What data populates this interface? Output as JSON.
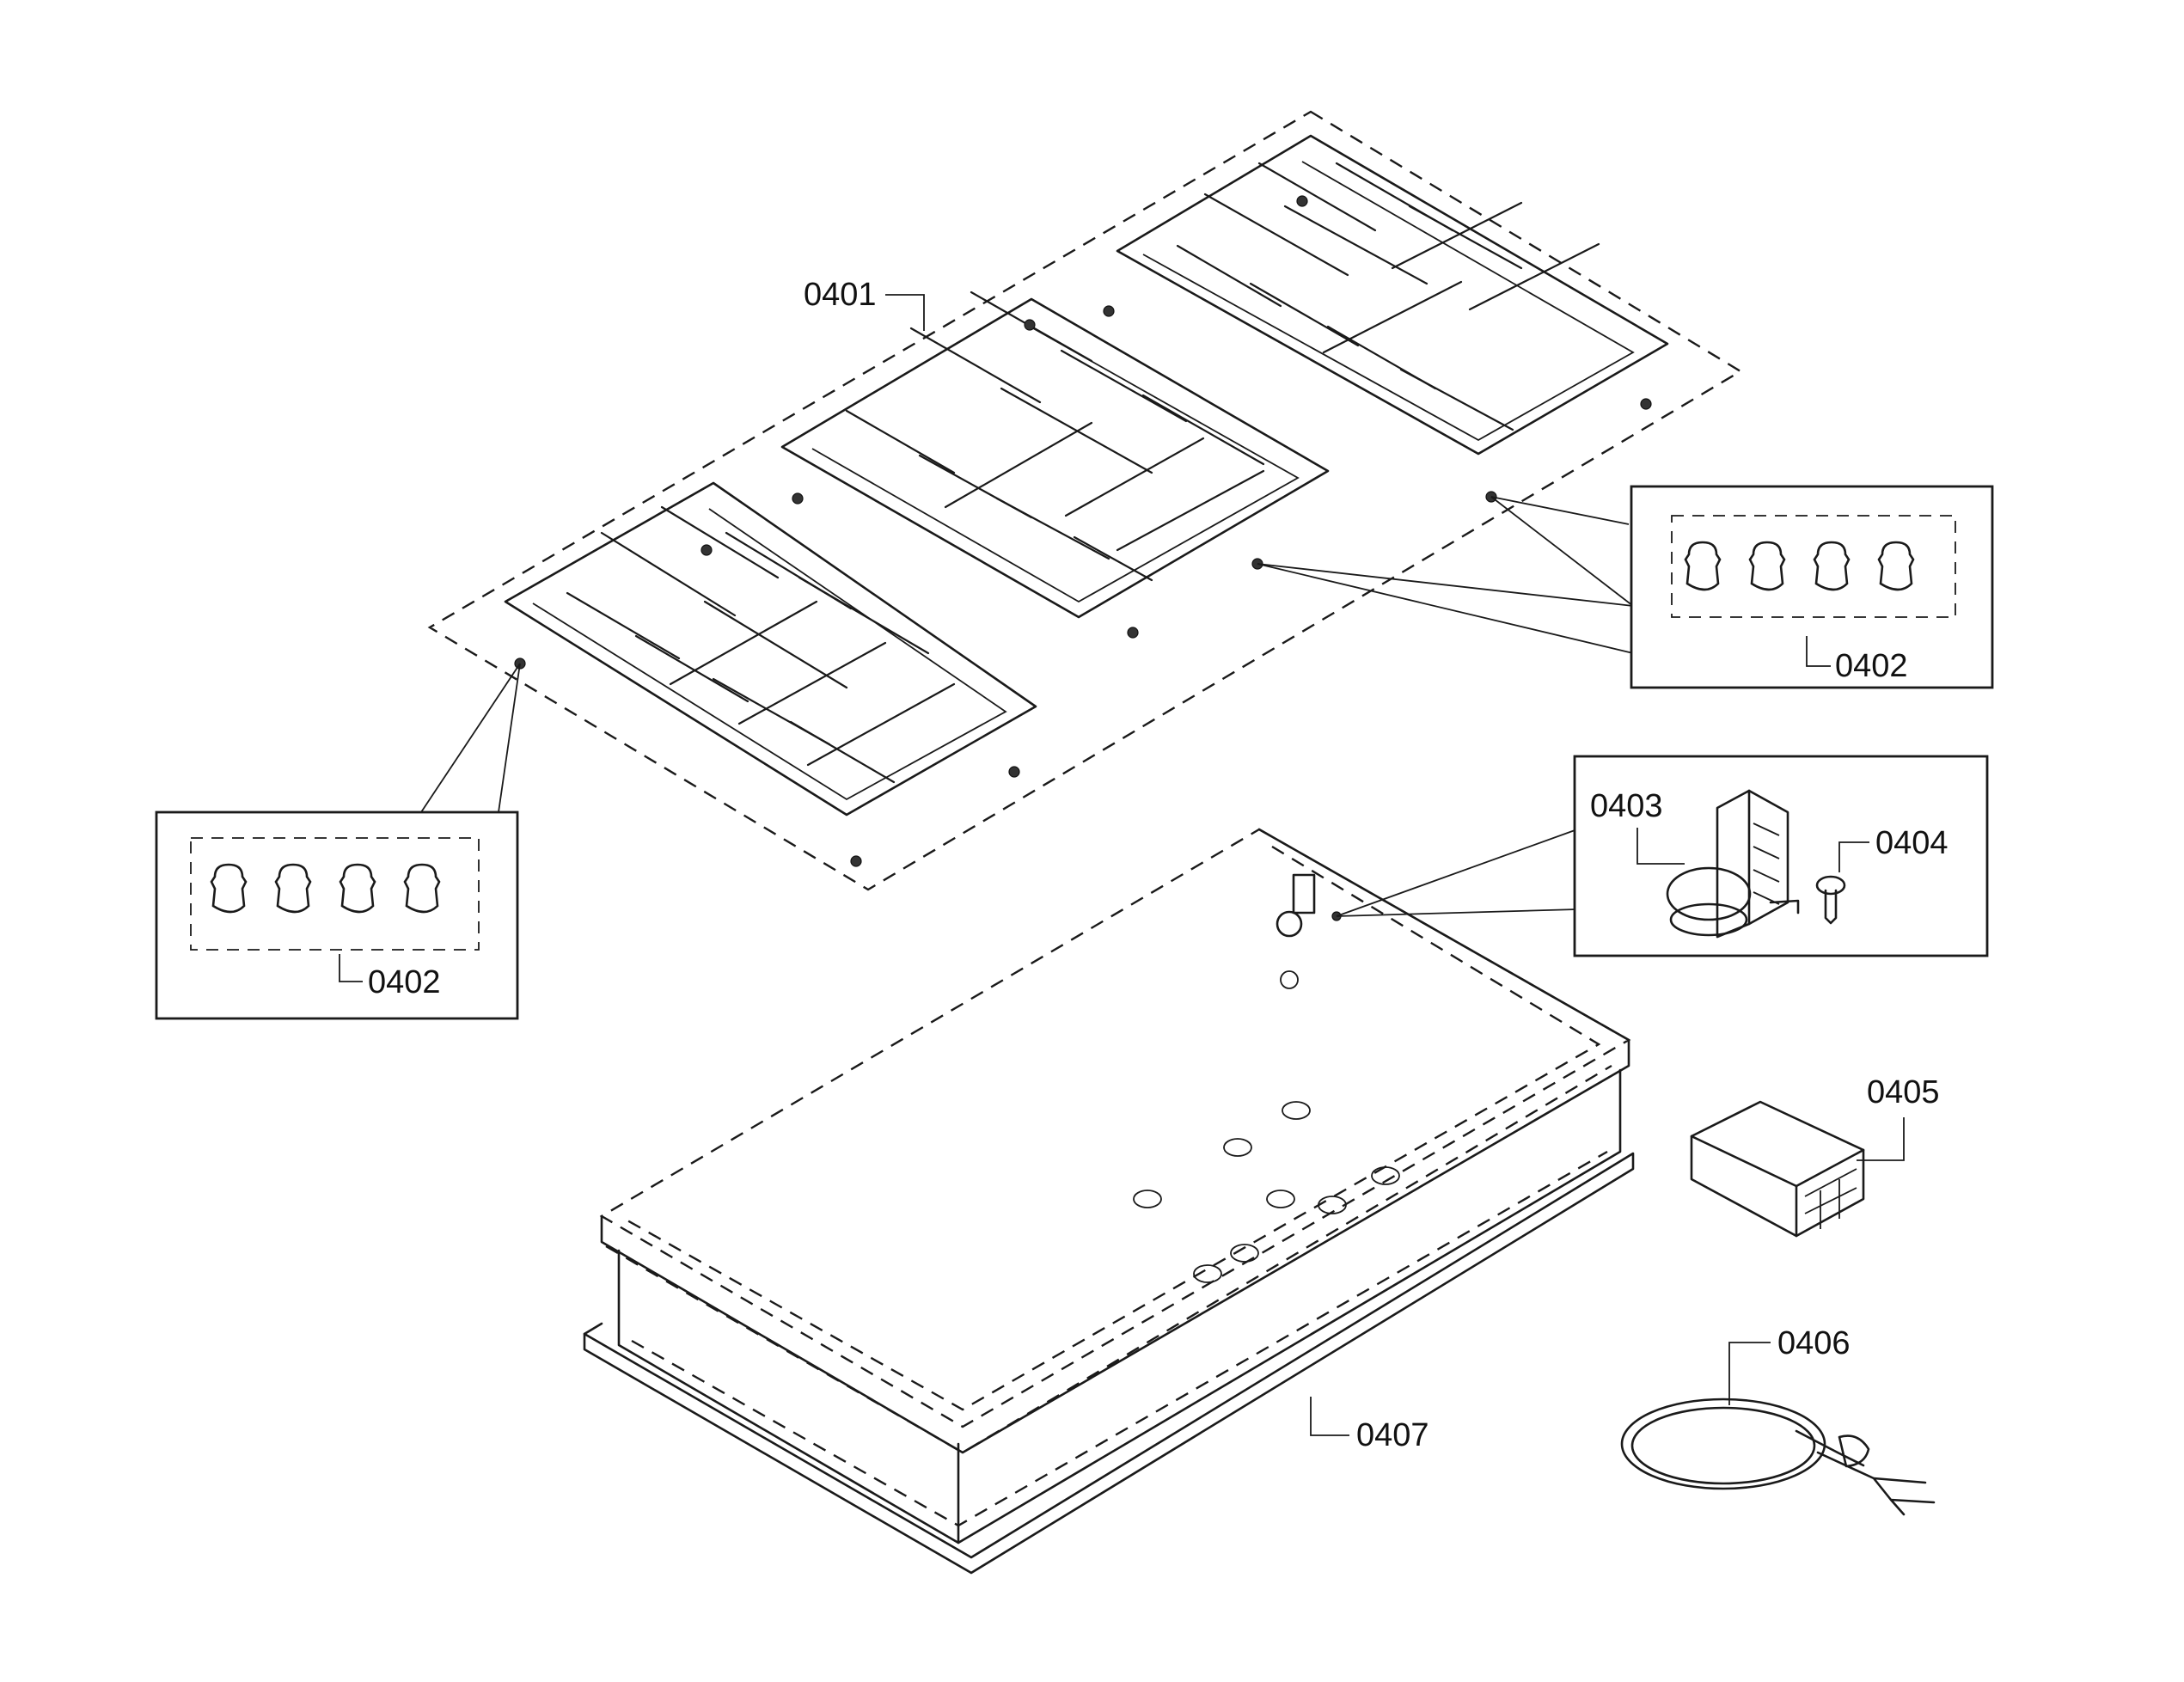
{
  "diagram": {
    "parts": [
      {
        "id": "0401",
        "label": "0401"
      },
      {
        "id": "0402a",
        "label": "0402"
      },
      {
        "id": "0402b",
        "label": "0402"
      },
      {
        "id": "0403",
        "label": "0403"
      },
      {
        "id": "0404",
        "label": "0404"
      },
      {
        "id": "0405",
        "label": "0405"
      },
      {
        "id": "0406",
        "label": "0406"
      },
      {
        "id": "0407",
        "label": "0407"
      }
    ],
    "colors": {
      "line": "#1a1a1a",
      "background": "#ffffff"
    }
  }
}
